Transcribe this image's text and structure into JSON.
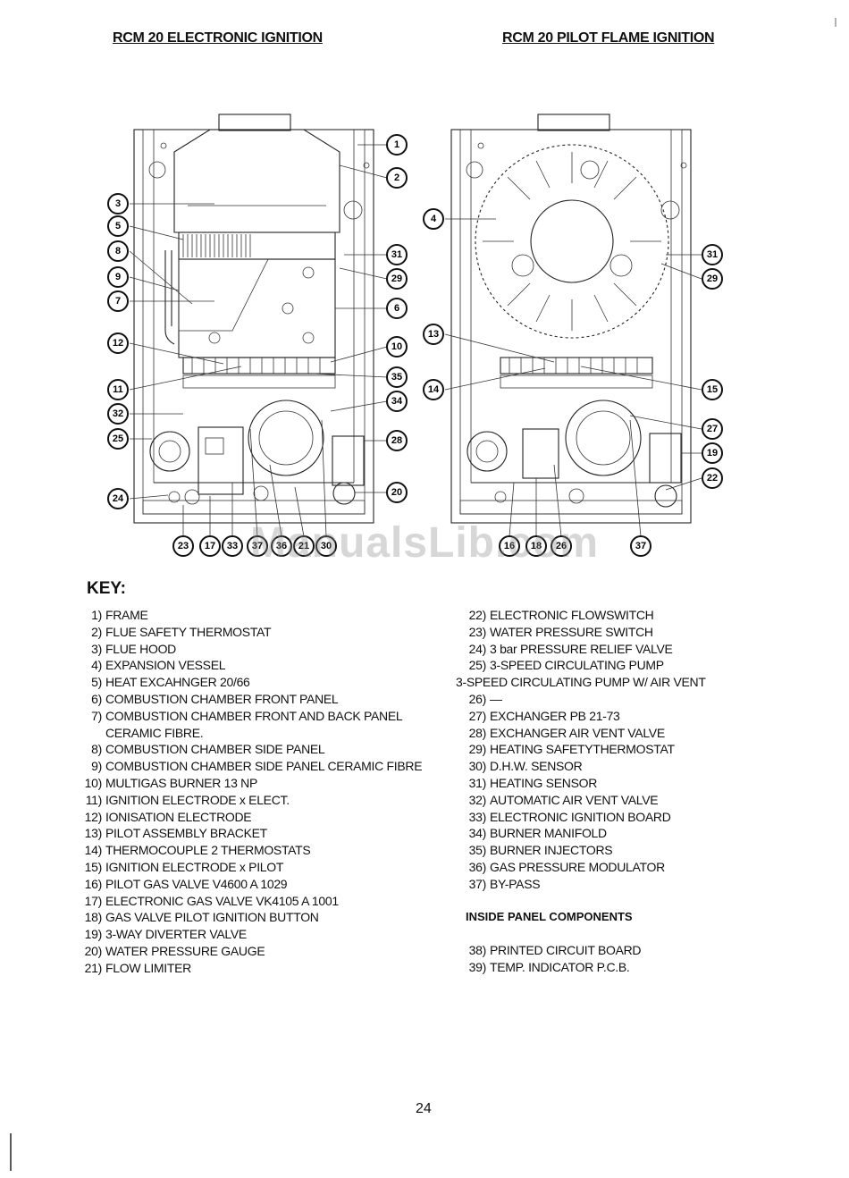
{
  "titles": {
    "left": "RCM 20 ELECTRONIC IGNITION",
    "right": "RCM 20 PILOT FLAME IGNITION"
  },
  "left_diagram_callouts": [
    "1",
    "2",
    "3",
    "5",
    "8",
    "9",
    "7",
    "31",
    "29",
    "6",
    "12",
    "10",
    "35",
    "11",
    "34",
    "32",
    "25",
    "28",
    "24",
    "20",
    "23",
    "17",
    "33",
    "37",
    "36",
    "21",
    "30"
  ],
  "right_diagram_callouts": [
    "4",
    "31",
    "29",
    "13",
    "14",
    "15",
    "27",
    "19",
    "22",
    "16",
    "18",
    "26",
    "37"
  ],
  "watermark": "ManualsLib.com",
  "key": {
    "heading": "KEY:",
    "left": [
      {
        "num": "1)",
        "text": "FRAME"
      },
      {
        "num": "2)",
        "text": "FLUE SAFETY THERMOSTAT"
      },
      {
        "num": "3)",
        "text": "FLUE HOOD"
      },
      {
        "num": "4)",
        "text": "EXPANSION VESSEL"
      },
      {
        "num": "5)",
        "text": "HEAT EXCAHNGER 20/66"
      },
      {
        "num": "6)",
        "text": "COMBUSTION CHAMBER FRONT PANEL"
      },
      {
        "num": "7)",
        "text": "COMBUSTION CHAMBER FRONT AND  BACK PANEL"
      },
      {
        "num": "",
        "text": "CERAMIC FIBRE."
      },
      {
        "num": "8)",
        "text": "COMBUSTION CHAMBER SIDE PANEL"
      },
      {
        "num": "9)",
        "text": "COMBUSTION CHAMBER SIDE PANEL CERAMIC FIBRE"
      },
      {
        "num": "10)",
        "text": "MULTIGAS BURNER 13 NP"
      },
      {
        "num": "11)",
        "text": "IGNITION ELECTRODE x ELECT."
      },
      {
        "num": "12)",
        "text": "IONISATION ELECTRODE"
      },
      {
        "num": "13)",
        "text": "PILOT ASSEMBLY BRACKET"
      },
      {
        "num": "14)",
        "text": "THERMOCOUPLE 2 THERMOSTATS"
      },
      {
        "num": "15)",
        "text": "IGNITION ELECTRODE x PILOT"
      },
      {
        "num": "16)",
        "text": "PILOT GAS VALVE  V4600 A 1029"
      },
      {
        "num": "17)",
        "text": "ELECTRONIC GAS VALVE VK4105 A 1001"
      },
      {
        "num": "18)",
        "text": "GAS VALVE PILOT IGNITION BUTTON"
      },
      {
        "num": "19)",
        "text": "3-WAY DIVERTER VALVE"
      },
      {
        "num": "20)",
        "text": "WATER PRESSURE GAUGE"
      },
      {
        "num": "21)",
        "text": "FLOW LIMITER"
      }
    ],
    "right": [
      {
        "num": "22)",
        "text": "ELECTRONIC FLOWSWITCH"
      },
      {
        "num": "23)",
        "text": "WATER PRESSURE SWITCH"
      },
      {
        "num": "24)",
        "text": "3 bar PRESSURE RELIEF VALVE"
      },
      {
        "num": "25)",
        "text": "3-SPEED CIRCULATING PUMP"
      },
      {
        "num": "",
        "text": "3-SPEED CIRCULATING PUMP W/ AIR VENT"
      },
      {
        "num": "26)",
        "text": "—"
      },
      {
        "num": "27)",
        "text": "EXCHANGER PB 21-73"
      },
      {
        "num": "28)",
        "text": "EXCHANGER AIR VENT VALVE"
      },
      {
        "num": "29)",
        "text": "HEATING SAFETYTHERMOSTAT"
      },
      {
        "num": "30)",
        "text": "D.H.W. SENSOR"
      },
      {
        "num": "31)",
        "text": "HEATING SENSOR"
      },
      {
        "num": "32)",
        "text": "AUTOMATIC AIR VENT VALVE"
      },
      {
        "num": "33)",
        "text": "ELECTRONIC IGNITION BOARD"
      },
      {
        "num": "34)",
        "text": "BURNER MANIFOLD"
      },
      {
        "num": "35)",
        "text": "BURNER INJECTORS"
      },
      {
        "num": "36)",
        "text": "GAS PRESSURE MODULATOR"
      },
      {
        "num": "37)",
        "text": "BY-PASS"
      }
    ],
    "inside_heading": "INSIDE PANEL COMPONENTS",
    "inside": [
      {
        "num": "38)",
        "text": "PRINTED CIRCUIT BOARD"
      },
      {
        "num": "39)",
        "text": "TEMP. INDICATOR P.C.B."
      }
    ]
  },
  "page_number": "24"
}
